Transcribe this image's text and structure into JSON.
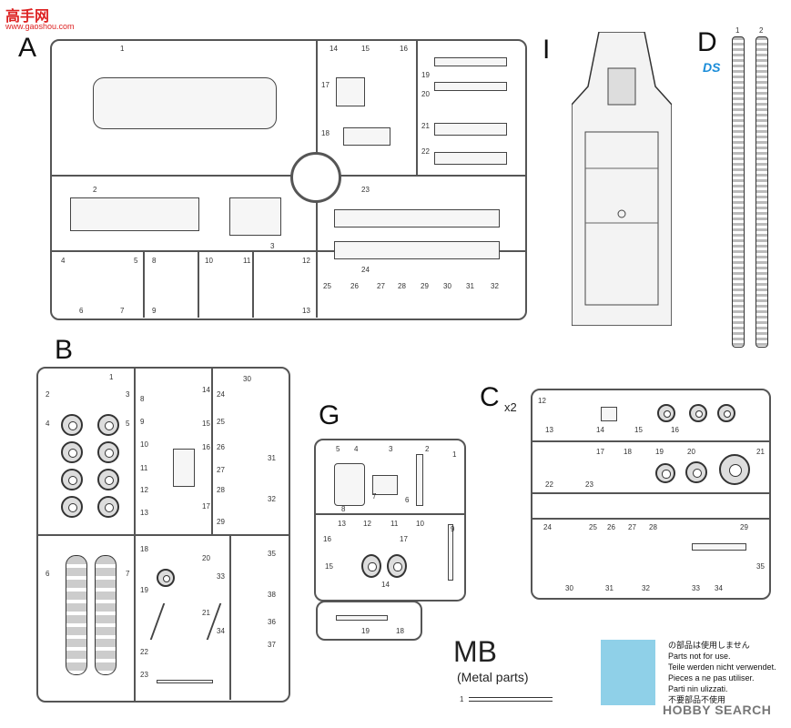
{
  "watermark": {
    "brand": "高手网",
    "url": "www.gaoshou.com"
  },
  "sprues": {
    "A": {
      "label": "A",
      "numbers": [
        "1",
        "2",
        "3",
        "4",
        "5",
        "6",
        "7",
        "8",
        "9",
        "10",
        "11",
        "12",
        "13",
        "14",
        "15",
        "16",
        "17",
        "18",
        "19",
        "20",
        "21",
        "22",
        "23",
        "24",
        "25",
        "26",
        "27",
        "28",
        "29",
        "30",
        "31",
        "32"
      ]
    },
    "I": {
      "label": "I"
    },
    "D": {
      "label": "D",
      "brand": "DS",
      "numbers": [
        "1",
        "2"
      ]
    },
    "B": {
      "label": "B",
      "numbers": [
        "1",
        "2",
        "3",
        "4",
        "5",
        "6",
        "7",
        "8",
        "9",
        "10",
        "11",
        "12",
        "13",
        "14",
        "15",
        "16",
        "17",
        "18",
        "19",
        "20",
        "21",
        "22",
        "23",
        "24",
        "25",
        "26",
        "27",
        "28",
        "29",
        "30",
        "31",
        "32",
        "33",
        "34",
        "35",
        "36",
        "37",
        "38"
      ]
    },
    "G": {
      "label": "G",
      "numbers": [
        "1",
        "2",
        "3",
        "4",
        "5",
        "6",
        "7",
        "8",
        "9",
        "10",
        "11",
        "12",
        "13",
        "14",
        "15",
        "16",
        "17",
        "18",
        "19"
      ]
    },
    "C": {
      "label": "C",
      "multiplier": "x2",
      "numbers": [
        "12",
        "13",
        "14",
        "15",
        "16",
        "17",
        "18",
        "19",
        "20",
        "21",
        "22",
        "23",
        "24",
        "25",
        "26",
        "27",
        "28",
        "29",
        "30",
        "31",
        "32",
        "33",
        "34",
        "35"
      ]
    },
    "MB": {
      "label": "MB",
      "subtitle": "(Metal parts)",
      "numbers": [
        "1"
      ]
    }
  },
  "legend": {
    "lines": [
      "の部品は使用しません",
      "Parts not for use.",
      "Teile werden nicht verwendet.",
      "Pieces a ne pas utiliser.",
      "Parti nin ulizzati.",
      "不要部品不使用"
    ],
    "swatch_color": "#8fd0e8"
  },
  "corner_brand": {
    "text": "HOBBY SEARCH"
  }
}
